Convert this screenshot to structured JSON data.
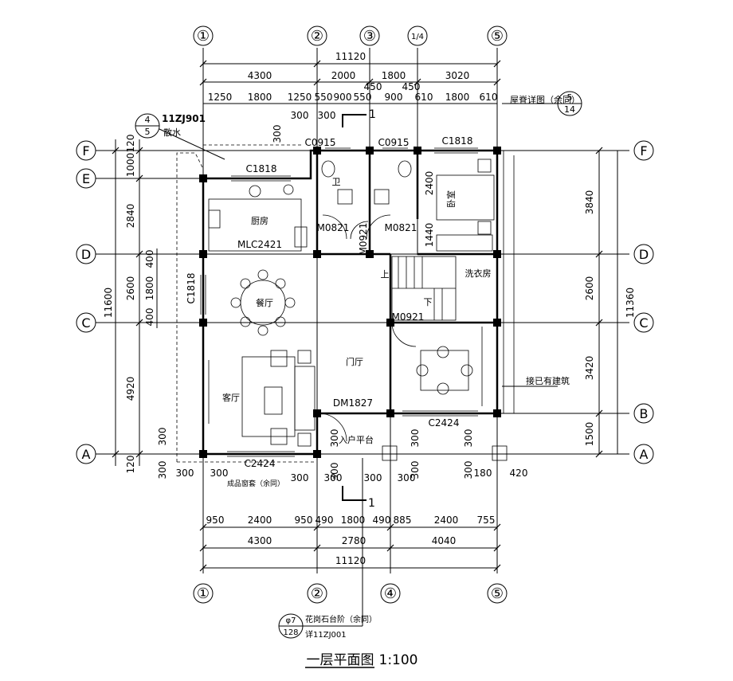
{
  "axes": {
    "top": [
      "①",
      "②",
      "③",
      "1/4",
      "⑤"
    ],
    "bottom": [
      "①",
      "②",
      "④",
      "⑤"
    ],
    "left": [
      "F",
      "E",
      "D",
      "C",
      "A"
    ],
    "right": [
      "F",
      "D",
      "C",
      "B",
      "A"
    ]
  },
  "dims": {
    "top_total": "11120",
    "top_l1": [
      "4300",
      "2000",
      "1800",
      "3020"
    ],
    "top_l2": [
      "1250",
      "1800",
      "1250",
      "550",
      "900",
      "550",
      "900",
      "610",
      "1800",
      "610"
    ],
    "top_small": [
      "450",
      "450",
      "300",
      "300",
      "300"
    ],
    "bottom_l1": [
      "950",
      "2400",
      "950",
      "490",
      "1800",
      "490",
      "885",
      "2400",
      "755"
    ],
    "bottom_l2": [
      "4300",
      "2780",
      "4040"
    ],
    "bottom_total": "11120",
    "bottom_misc": [
      "300",
      "300",
      "300",
      "300",
      "300",
      "300",
      "300",
      "300",
      "180",
      "420",
      "300",
      "300",
      "300",
      "300",
      "300",
      "300"
    ],
    "left_outer": "11600",
    "left_l1": [
      "120",
      "1000",
      "2840",
      "2600",
      "4920",
      "120"
    ],
    "left_l2": [
      "400",
      "1800",
      "400"
    ],
    "right_outer": "11360",
    "right_l1": [
      "3840",
      "2600",
      "3420",
      "1500"
    ],
    "inner_misc": [
      "2400",
      "1440"
    ]
  },
  "labels": {
    "windows": [
      "C0915",
      "C0915",
      "C1818",
      "C1818",
      "C1818",
      "C2424",
      "C2424"
    ],
    "doors": [
      "M0821",
      "M0921",
      "M0821",
      "MLC2421",
      "M0921",
      "DM1827"
    ],
    "rooms": {
      "kitchen": "厨房",
      "bath": "卫",
      "bedroom": "卧室",
      "dining": "餐厅",
      "living": "客厅",
      "hall": "门厅",
      "laundry": "洗衣房",
      "porch": "入户平台",
      "up": "上",
      "down": "下"
    },
    "notes": {
      "roof_ridge": "屋脊详图（余同）",
      "ridge_num": "5",
      "ridge_den": "14",
      "scatter_ref": "11ZJ901",
      "scatter_num": "4",
      "scatter_den": "5",
      "scatter_text": "散水",
      "finished_product": "成品窗套（余同）",
      "connect": "接已有建筑",
      "step_text": "花岗石台阶（余同）",
      "step_ref": "详11ZJ001",
      "step_num": "φ7",
      "step_den": "128",
      "section": "1",
      "section2": "1"
    },
    "title": "一层平面图",
    "scale": "1:100"
  }
}
